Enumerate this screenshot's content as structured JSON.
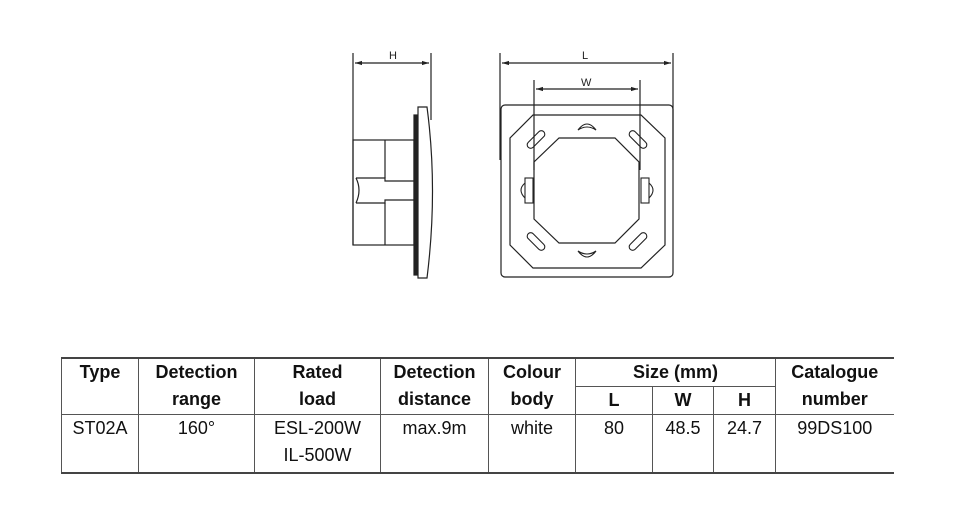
{
  "drawing": {
    "side_view_dim": "H",
    "front_view_dims": {
      "length": "L",
      "width": "W"
    }
  },
  "table": {
    "headers": {
      "type": "Type",
      "detection_range": [
        "Detection",
        "range"
      ],
      "rated_load": [
        "Rated",
        "load"
      ],
      "detection_distance": [
        "Detection",
        "distance"
      ],
      "colour_body": [
        "Colour",
        "body"
      ],
      "size": "Size (mm)",
      "size_sub": [
        "L",
        "W",
        "H"
      ],
      "catalogue_number": [
        "Catalogue",
        "number"
      ]
    },
    "rows": [
      {
        "type": "ST02A",
        "detection_range": "160°",
        "rated_load": [
          "ESL-200W",
          "IL-500W"
        ],
        "detection_distance": "max.9m",
        "colour_body": "white",
        "L": "80",
        "W": "48.5",
        "H": "24.7",
        "catalogue_number": "99DS100"
      }
    ]
  }
}
